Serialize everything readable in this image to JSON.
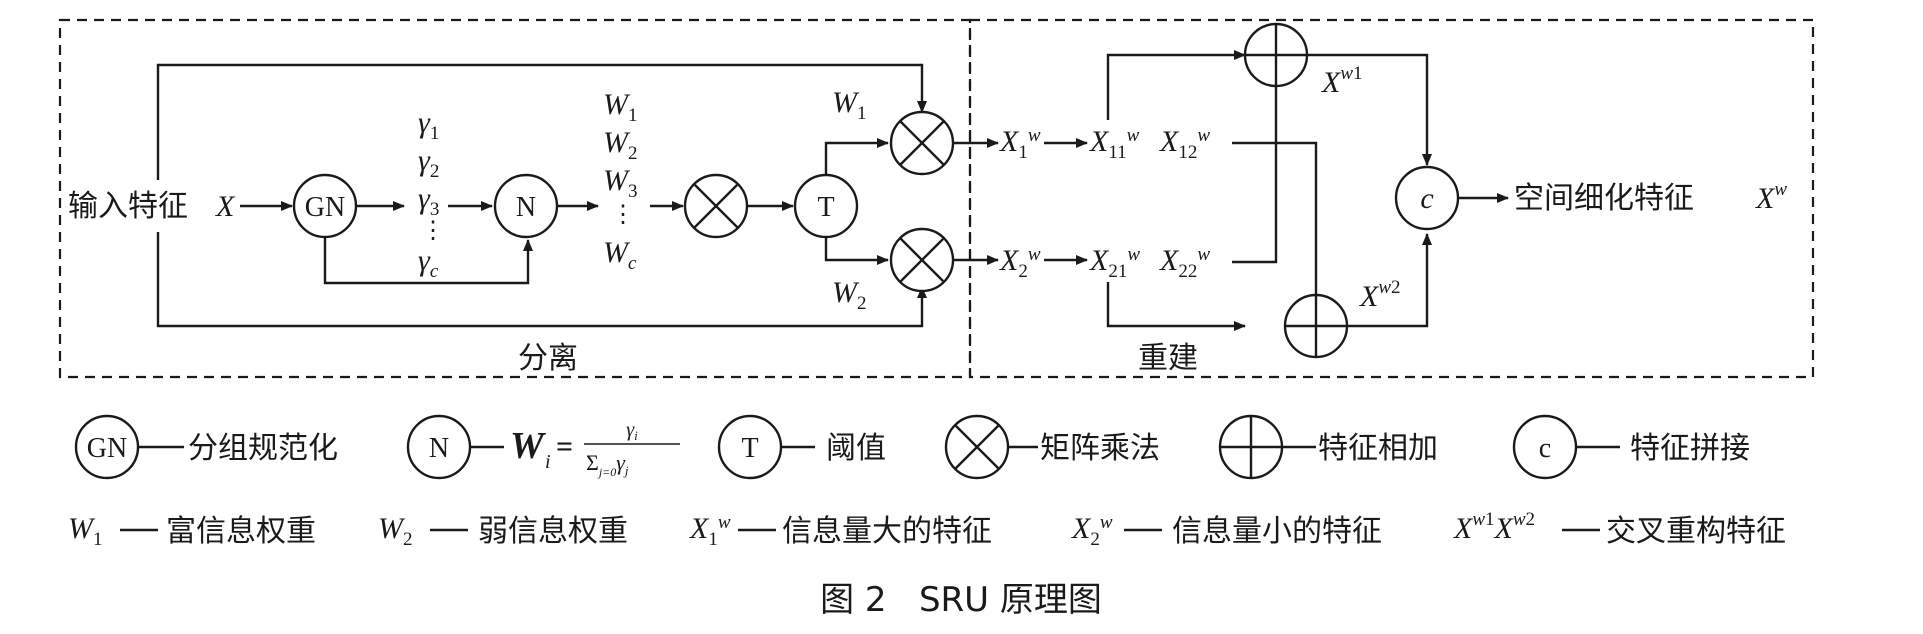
{
  "diagram": {
    "input_label": "输入特征",
    "input_var": "X",
    "gn_label": "GN",
    "n_label": "N",
    "t_label": "T",
    "c_label": "c",
    "gamma_items": [
      "γ1",
      "γ2",
      "γ3",
      "⋮",
      "γc"
    ],
    "weight_items": [
      "W1",
      "W2",
      "W3",
      "⋮",
      "Wc"
    ],
    "w1_label": "W1",
    "w2_label": "W2",
    "x1w_label": "X1w",
    "x2w_label": "X2w",
    "x11_label": "X11w",
    "x12_label": "X12w",
    "x21_label": "X21w",
    "x22_label": "X22w",
    "xw1_label": "Xw1",
    "xw2_label": "Xw2",
    "output_label": "空间细化特征",
    "output_var": "Xw",
    "section_separate": "分离",
    "section_reconstruct": "重建"
  },
  "legend": {
    "row1": [
      {
        "symbol": "GN",
        "text": "分组规范化"
      },
      {
        "symbol": "N",
        "text": "Wi = γi / Σj=0 γj"
      },
      {
        "symbol": "T",
        "text": "阈值"
      },
      {
        "symbol": "⊗",
        "text": "矩阵乘法"
      },
      {
        "symbol": "⊕",
        "text": "特征相加"
      },
      {
        "symbol": "c",
        "text": "特征拼接"
      }
    ],
    "row2": [
      {
        "symbol": "W1",
        "text": "富信息权重"
      },
      {
        "symbol": "W2",
        "text": "弱信息权重"
      },
      {
        "symbol": "X1w",
        "text": "信息量大的特征"
      },
      {
        "symbol": "X2w",
        "text": "信息量小的特征"
      },
      {
        "symbol": "Xw1Xw2",
        "text": "交叉重构特征"
      }
    ]
  },
  "caption": "图 2   SRU 原理图"
}
